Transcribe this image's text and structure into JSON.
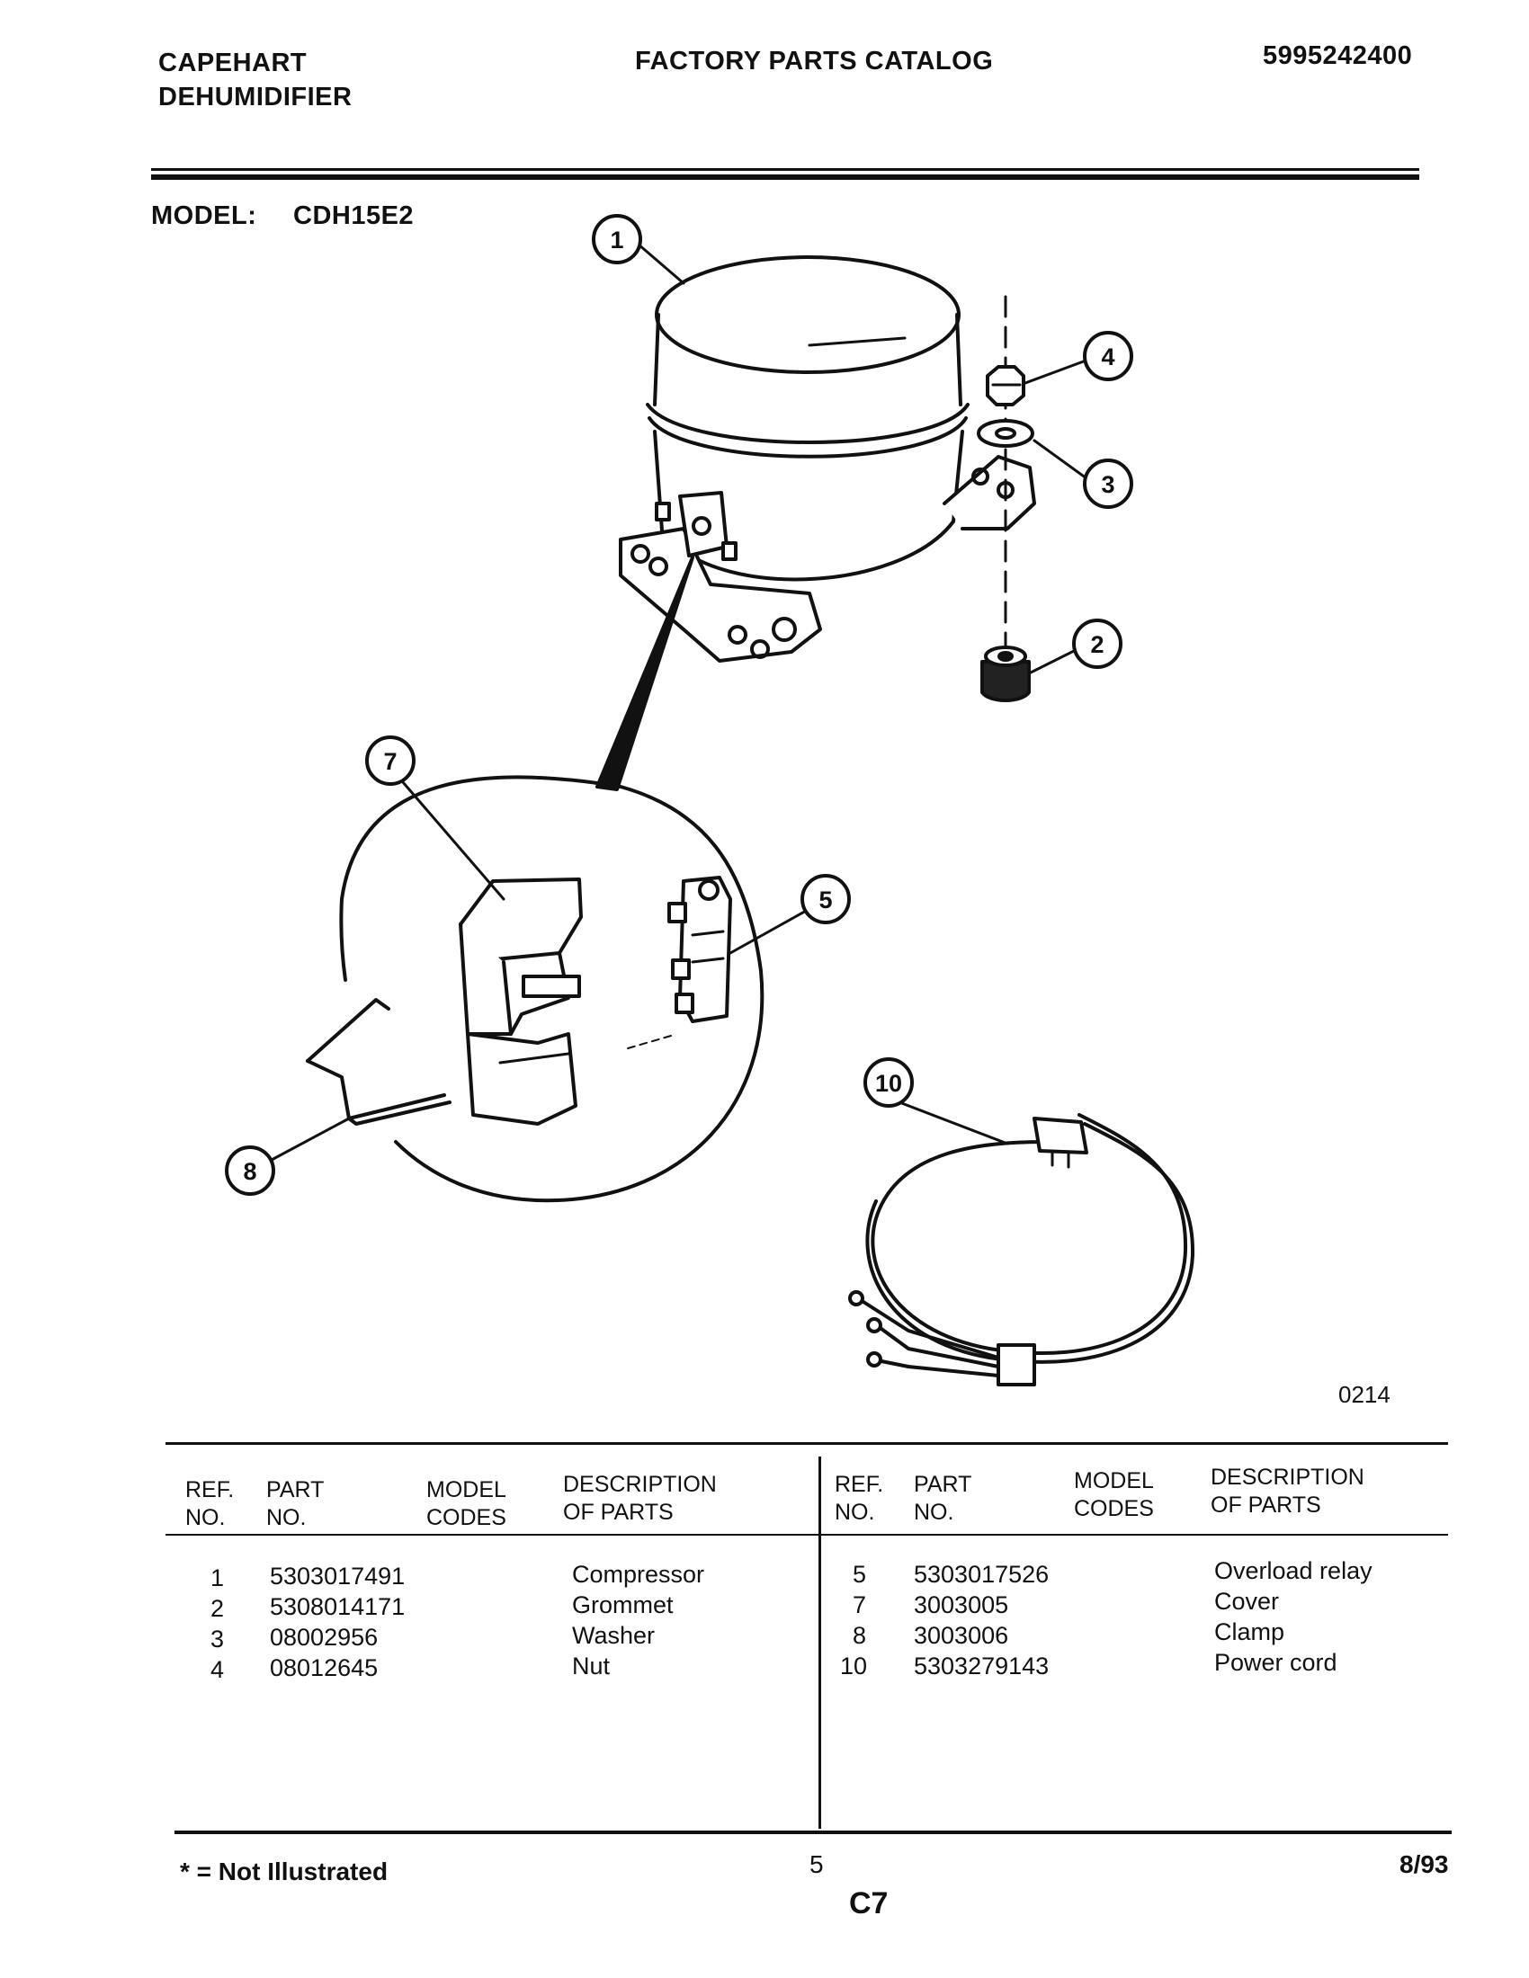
{
  "header": {
    "brand": "CAPEHART",
    "product": "DEHUMIDIFIER",
    "catalog_title": "FACTORY PARTS CATALOG",
    "catalog_number": "5995242400"
  },
  "model": {
    "label": "MODEL:",
    "value": "CDH15E2"
  },
  "diagram": {
    "callouts": [
      "1",
      "2",
      "3",
      "4",
      "5",
      "7",
      "8",
      "10"
    ],
    "figure_code": "0214"
  },
  "table": {
    "headers": {
      "ref1": "REF.",
      "ref2": "NO.",
      "part1": "PART",
      "part2": "NO.",
      "codes1": "MODEL",
      "codes2": "CODES",
      "desc1": "DESCRIPTION",
      "desc2": "OF PARTS"
    },
    "left_rows": [
      {
        "ref": "1",
        "part": "5303017491",
        "desc": "Compressor"
      },
      {
        "ref": "2",
        "part": "5308014171",
        "desc": "Grommet"
      },
      {
        "ref": "3",
        "part": "08002956",
        "desc": "Washer"
      },
      {
        "ref": "4",
        "part": "08012645",
        "desc": "Nut"
      }
    ],
    "right_rows": [
      {
        "ref": "5",
        "part": "5303017526",
        "desc": "Overload relay"
      },
      {
        "ref": "7",
        "part": "3003005",
        "desc": "Cover"
      },
      {
        "ref": "8",
        "part": "3003006",
        "desc": "Clamp"
      },
      {
        "ref": "10",
        "part": "5303279143",
        "desc": "Power cord"
      }
    ]
  },
  "footer": {
    "note": "* = Not Illustrated",
    "page_number": "5",
    "section": "C7",
    "date": "8/93"
  }
}
